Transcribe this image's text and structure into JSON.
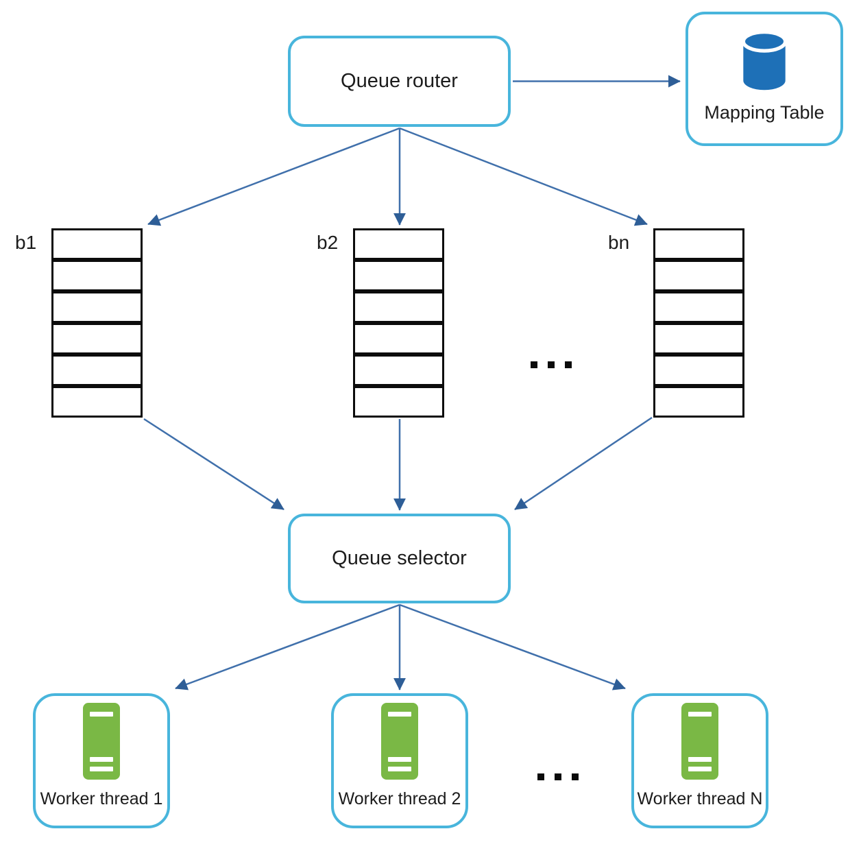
{
  "nodes": {
    "queue_router": {
      "label": "Queue router"
    },
    "mapping_table": {
      "label": "Mapping Table",
      "icon": "database-icon"
    },
    "queue_selector": {
      "label": "Queue selector"
    }
  },
  "queues": [
    {
      "label": "b1",
      "cells": 6
    },
    {
      "label": "b2",
      "cells": 6
    },
    {
      "label": "bn",
      "cells": 6
    }
  ],
  "ellipsis": {
    "queues": "...",
    "workers": "..."
  },
  "workers": [
    {
      "label": "Worker thread 1",
      "icon": "server-icon"
    },
    {
      "label": "Worker thread 2",
      "icon": "server-icon"
    },
    {
      "label": "Worker thread N",
      "icon": "server-icon"
    }
  ],
  "colors": {
    "node_border": "#48b5dc",
    "arrow_line": "#4070ab",
    "arrow_head": "#2e5e97",
    "database_icon": "#1e70b7",
    "server_icon": "#7ab845",
    "queue_cell_border": "#0c0c0c",
    "text": "#1c1c1c"
  }
}
